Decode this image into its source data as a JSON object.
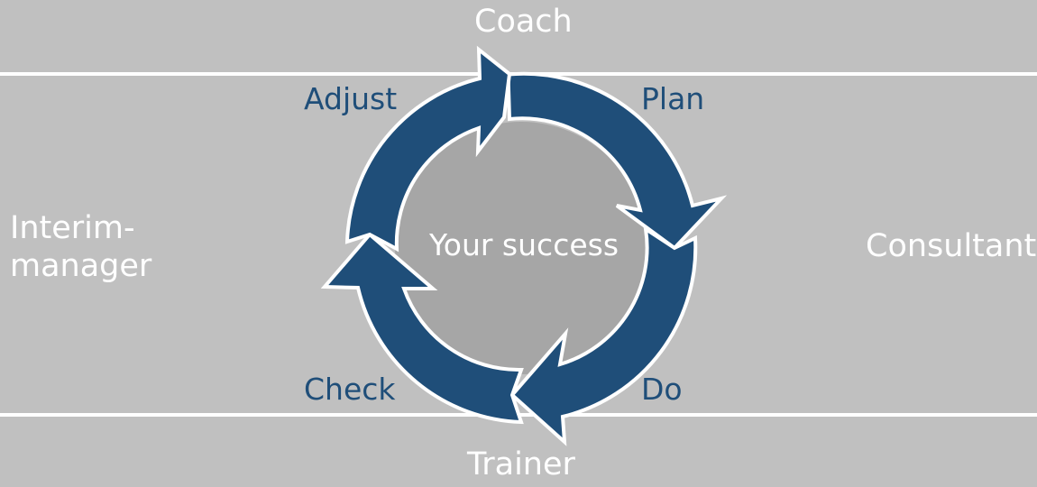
{
  "roles": {
    "top": "Coach",
    "bottom": "Trainer",
    "left": "Interim-\nmanager",
    "right": "Consultant"
  },
  "steps": {
    "plan": "Plan",
    "do": "Do",
    "check": "Check",
    "adjust": "Adjust"
  },
  "center": "Your success",
  "colors": {
    "background": "#c0c0c0",
    "band_lines": "#ffffff",
    "arrow_fill": "#1f4e79",
    "inner_circle": "#a6a6a6",
    "step_text": "#1f4e79",
    "role_text": "#ffffff"
  }
}
